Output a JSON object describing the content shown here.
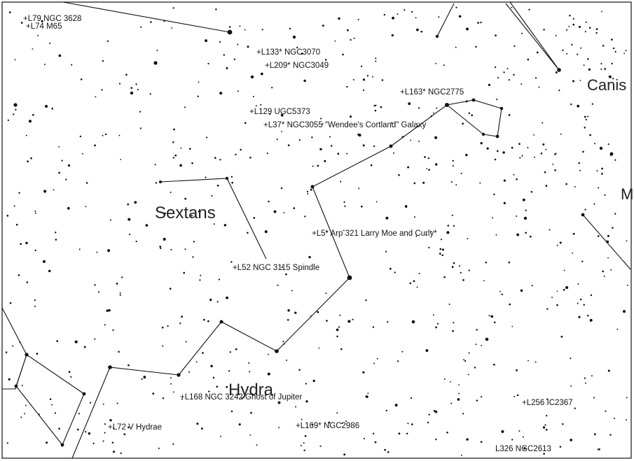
{
  "constellation_labels": {
    "sextans": "Sextans",
    "hydra": "Hydra",
    "canis": "Canis",
    "m_partial": "M"
  },
  "object_labels": {
    "l79": "+L79 NGC 3628",
    "l74": "+L74 M65",
    "l133": "+L133* NGC3070",
    "l209": "+L209* NGC3049",
    "l163": "+L163* NGC2775",
    "l129": "+L129 UGC5373",
    "l37": "+L37* NGC3055 \"Wendee's Cortland\" Galaxy",
    "l5": "+L5* Arp 321 Larry Moe and Curly*",
    "l52": "+L52 NGC 3115 Spindle",
    "l168": "+L168 NGC 3242 Ghost of Jupiter",
    "l72": "+L72 V Hydrae",
    "l169": "+L169* NGC2986",
    "l256": "+L256 IC2367",
    "l326": "L326 NGC2613"
  },
  "colors": {
    "ink": "#111111",
    "background": "#ffffff"
  }
}
